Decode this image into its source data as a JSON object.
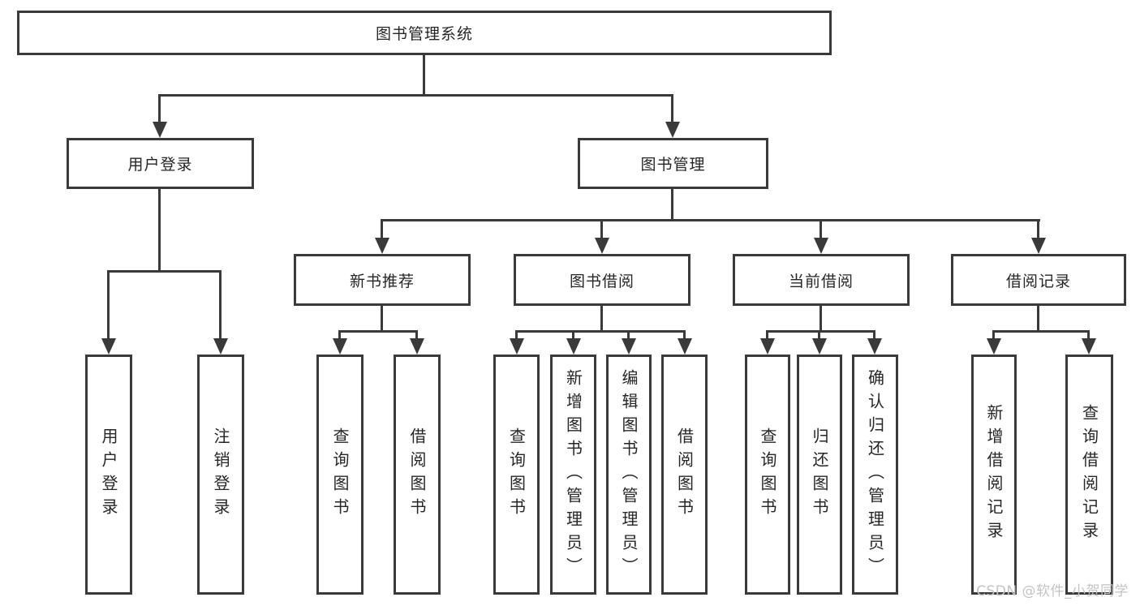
{
  "diagram_type": "hierarchy-tree",
  "colors": {
    "line": "#3a3a3a",
    "text": "#262626",
    "box_background": "#ffffff",
    "watermark": "#c3c3c3"
  },
  "tree": {
    "label": "图书管理系统",
    "children": [
      {
        "label": "用户登录",
        "children": [
          {
            "label": "用户登录"
          },
          {
            "label": "注销登录"
          }
        ]
      },
      {
        "label": "图书管理",
        "children": [
          {
            "label": "新书推荐",
            "children": [
              {
                "label": "查询图书"
              },
              {
                "label": "借阅图书"
              }
            ]
          },
          {
            "label": "图书借阅",
            "children": [
              {
                "label": "查询图书"
              },
              {
                "label": "新增图书（管理员）"
              },
              {
                "label": "编辑图书（管理员）"
              },
              {
                "label": "借阅图书"
              }
            ]
          },
          {
            "label": "当前借阅",
            "children": [
              {
                "label": "查询图书"
              },
              {
                "label": "归还图书"
              },
              {
                "label": "确认归还（管理员）"
              }
            ]
          },
          {
            "label": "借阅记录",
            "children": [
              {
                "label": "新增借阅记录"
              },
              {
                "label": "查询借阅记录"
              }
            ]
          }
        ]
      }
    ]
  },
  "watermark": {
    "text": "CSDN @软件_小贺同学"
  }
}
